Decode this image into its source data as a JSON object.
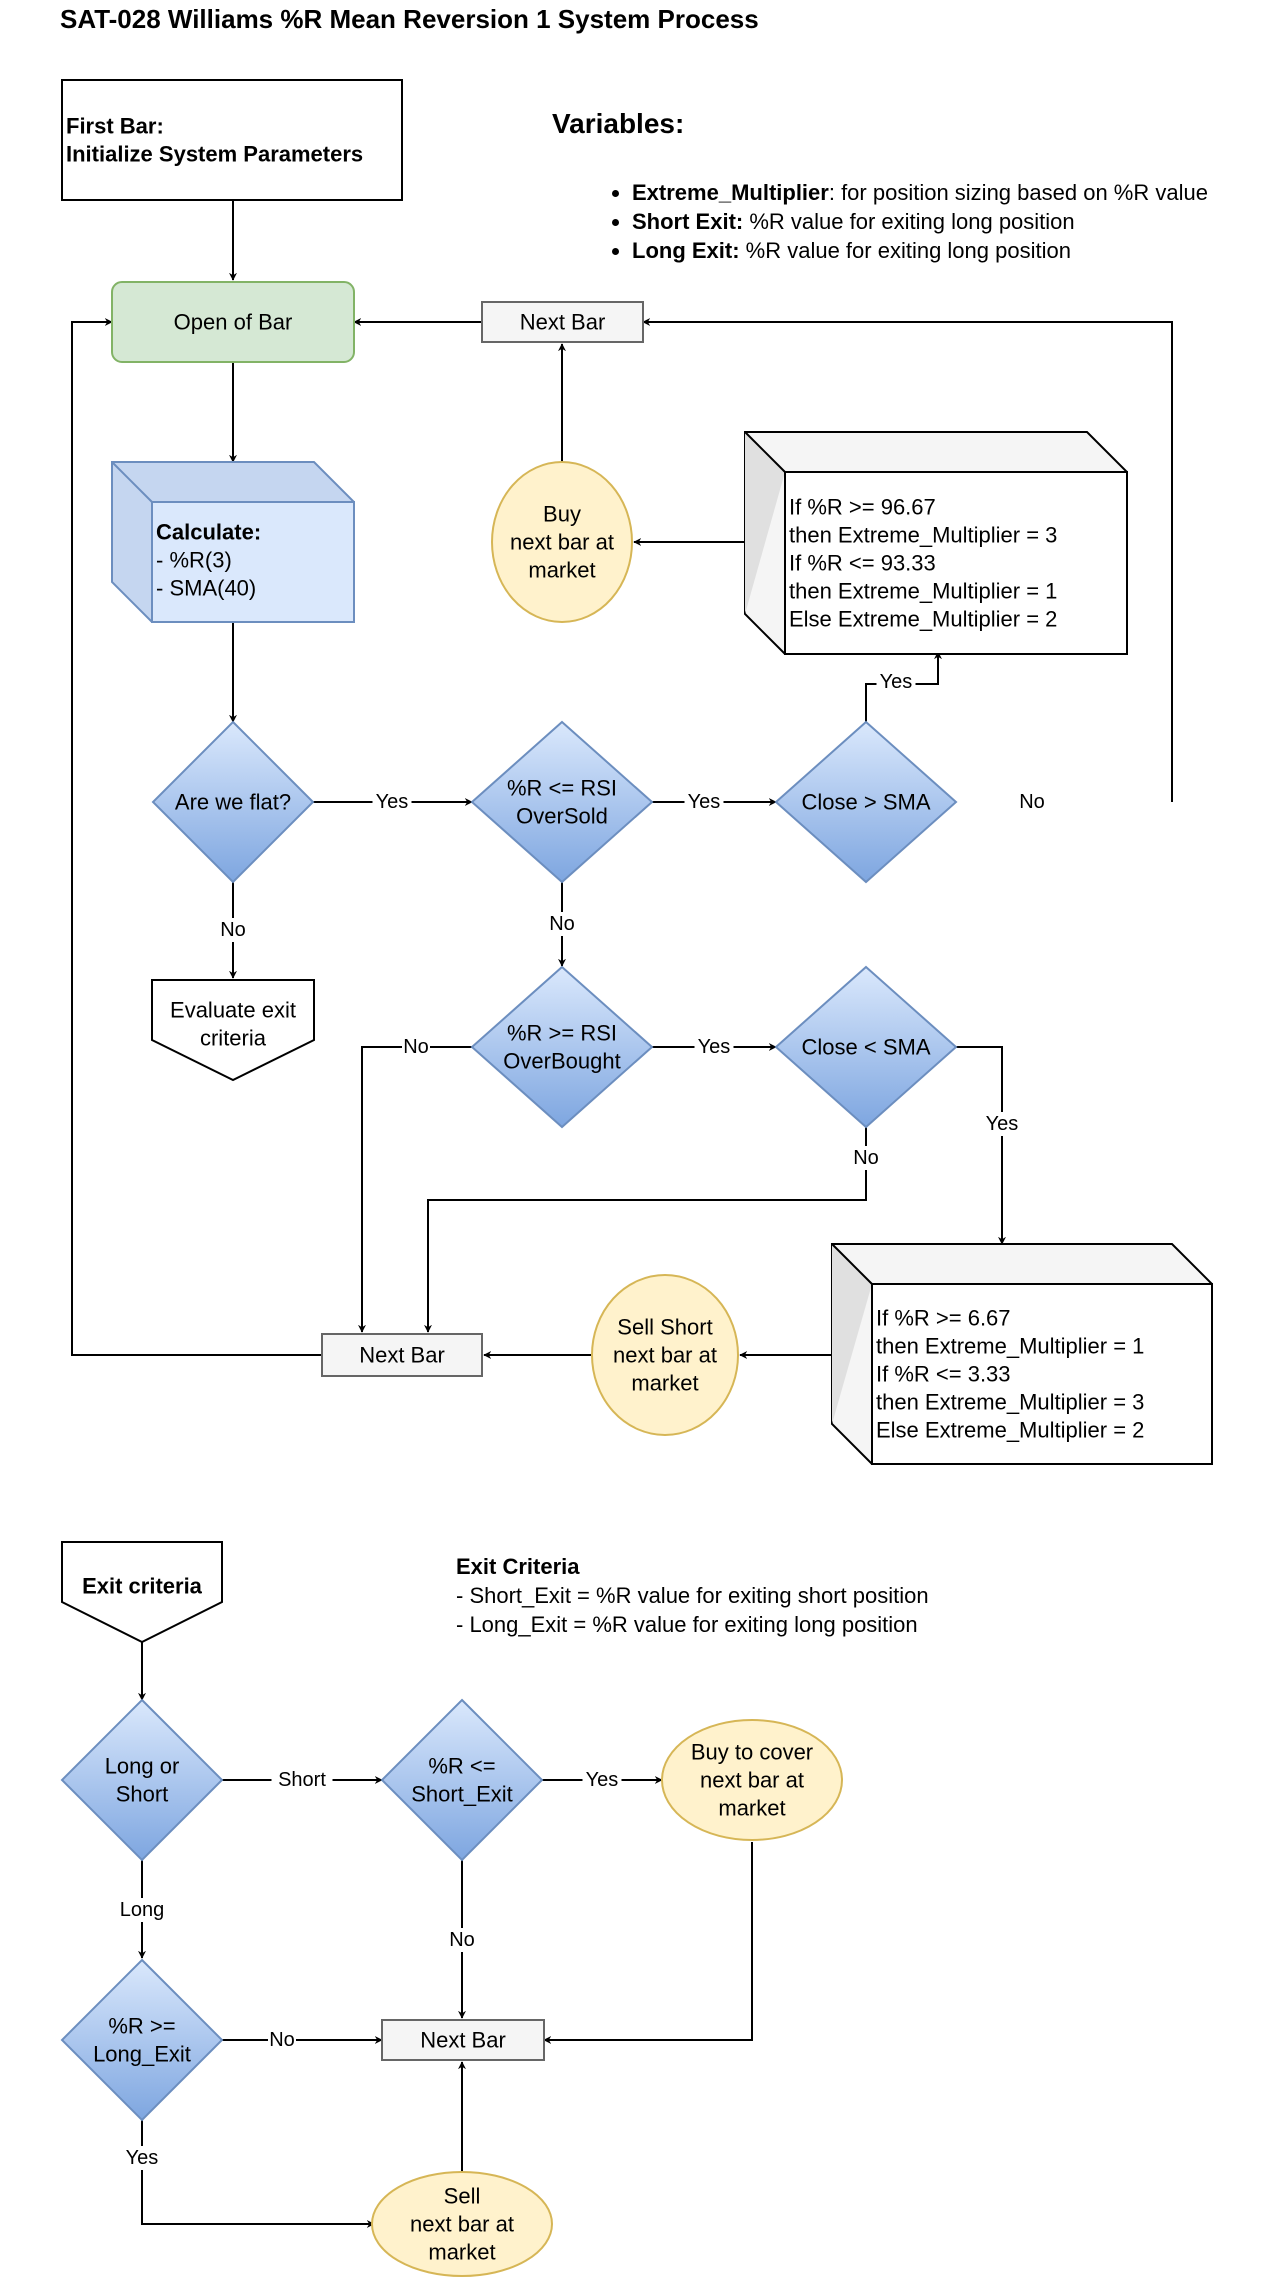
{
  "title": "SAT-028 Williams %R Mean Reversion 1 System Process",
  "variables": {
    "heading": "Variables:",
    "items": [
      {
        "key": "Extreme_Multiplier",
        "text": ": for position sizing based on %R value"
      },
      {
        "key": "Short Exit:",
        "text": " %R value for exiting long position"
      },
      {
        "key": "Long Exit:",
        "text": " %R value for exiting long position"
      }
    ]
  },
  "exit_note": {
    "heading": "Exit Criteria",
    "lines": [
      "- Short_Exit = %R value for exiting short position",
      "- Long_Exit = %R value for exiting long position"
    ]
  },
  "colors": {
    "start_fill": "#d5e8d4",
    "start_stroke": "#82b366",
    "calc_fill": "#dae8fc",
    "calc_stroke": "#6c8ebf",
    "decision_top": "#dae8fc",
    "decision_bottom": "#7ea6e0",
    "decision_stroke": "#6c8ebf",
    "order_fill": "#fff2cc",
    "order_stroke": "#d6b656",
    "next_fill": "#f5f5f5",
    "next_stroke": "#666666"
  },
  "nodes": {
    "init": {
      "lines": [
        "First Bar:",
        "Initialize System Parameters"
      ]
    },
    "open": {
      "lines": [
        "Open of Bar"
      ]
    },
    "next_top": {
      "lines": [
        "Next Bar"
      ]
    },
    "calc": {
      "head": "Calculate:",
      "lines": [
        "- %R(3)",
        "- SMA(40)"
      ]
    },
    "buy": {
      "lines": [
        "Buy",
        "next bar at",
        "market"
      ]
    },
    "long_size": {
      "lines": [
        "If %R >= 96.67",
        "  then Extreme_Multiplier = 3",
        "If %R <= 93.33",
        "  then Extreme_Multiplier = 1",
        "Else Extreme_Multiplier = 2"
      ]
    },
    "flat": {
      "lines": [
        "Are we flat?"
      ]
    },
    "oversold": {
      "lines": [
        "%R <= RSI",
        "OverSold"
      ]
    },
    "close_gt": {
      "lines": [
        "Close > SMA"
      ]
    },
    "eval_exit": {
      "lines": [
        "Evaluate exit",
        "criteria"
      ]
    },
    "overbought": {
      "lines": [
        "%R >= RSI",
        "OverBought"
      ]
    },
    "close_lt": {
      "lines": [
        "Close < SMA"
      ]
    },
    "short_size": {
      "lines": [
        "If %R >= 6.67",
        "  then Extreme_Multiplier = 1",
        "If %R <= 3.33",
        "  then Extreme_Multiplier = 3",
        "Else Extreme_Multiplier = 2"
      ]
    },
    "sell_short": {
      "lines": [
        "Sell Short",
        "next bar at",
        "market"
      ]
    },
    "next_mid": {
      "lines": [
        "Next Bar"
      ]
    },
    "exit_head": {
      "lines": [
        "Exit criteria"
      ]
    },
    "long_short": {
      "lines": [
        "Long or",
        "Short"
      ]
    },
    "r_short": {
      "lines": [
        "%R <=",
        "Short_Exit"
      ]
    },
    "cover": {
      "lines": [
        "Buy to cover",
        "next bar at",
        "market"
      ]
    },
    "r_long": {
      "lines": [
        "%R >=",
        "Long_Exit"
      ]
    },
    "next_bot": {
      "lines": [
        "Next Bar"
      ]
    },
    "sell": {
      "lines": [
        "Sell",
        "next bar at",
        "market"
      ]
    }
  },
  "edge_labels": {
    "yes": "Yes",
    "no": "No",
    "short": "Short",
    "long": "Long"
  }
}
